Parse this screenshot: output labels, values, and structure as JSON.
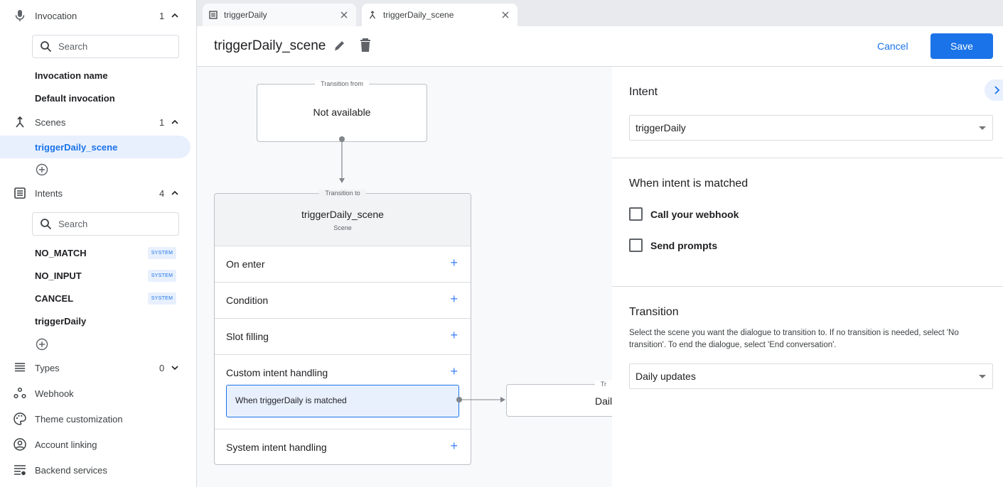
{
  "sidebar": {
    "invocation": {
      "label": "Invocation",
      "count": "1",
      "search_placeholder": "Search",
      "items": [
        "Invocation name",
        "Default invocation"
      ]
    },
    "scenes": {
      "label": "Scenes",
      "count": "1",
      "items": [
        "triggerDaily_scene"
      ],
      "selected": "triggerDaily_scene"
    },
    "intents": {
      "label": "Intents",
      "count": "4",
      "search_placeholder": "Search",
      "items": [
        {
          "name": "NO_MATCH",
          "badge": "SYSTEM"
        },
        {
          "name": "NO_INPUT",
          "badge": "SYSTEM"
        },
        {
          "name": "CANCEL",
          "badge": "SYSTEM"
        },
        {
          "name": "triggerDaily",
          "badge": ""
        }
      ]
    },
    "types": {
      "label": "Types",
      "count": "0"
    },
    "webhook": "Webhook",
    "theme": "Theme customization",
    "account": "Account linking",
    "backend": "Backend services"
  },
  "tabs": [
    {
      "label": "triggerDaily",
      "icon": "intent-icon",
      "active": false
    },
    {
      "label": "triggerDaily_scene",
      "icon": "scene-icon",
      "active": true
    }
  ],
  "header": {
    "title": "triggerDaily_scene",
    "cancel": "Cancel",
    "save": "Save",
    "accent": "#1a73e8"
  },
  "canvas": {
    "from": {
      "legend": "Transition from",
      "value": "Not available"
    },
    "to": {
      "legend": "Transition to",
      "name": "triggerDaily_scene",
      "sub": "Scene",
      "rows": [
        "On enter",
        "Condition",
        "Slot filling",
        "Custom intent handling",
        "System intent handling"
      ],
      "handler": "When triggerDaily is matched"
    },
    "target": {
      "legend": "Tr",
      "value": "Dail"
    }
  },
  "panel": {
    "intent_title": "Intent",
    "intent_value": "triggerDaily",
    "matched_title": "When intent is matched",
    "webhook_label": "Call your webhook",
    "webhook_checked": false,
    "prompts_label": "Send prompts",
    "prompts_checked": false,
    "transition_title": "Transition",
    "transition_desc_1": "Select the scene you want the dialogue to transition to. If no transition is needed, select 'No",
    "transition_desc_2": "transition'. To end the dialogue, select 'End conversation'.",
    "transition_value": "Daily updates"
  }
}
